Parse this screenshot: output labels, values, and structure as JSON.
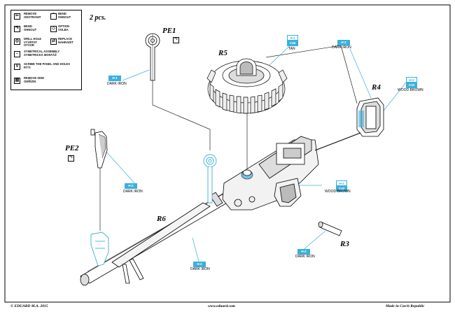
{
  "legend": {
    "rows": [
      {
        "left": "REMOVE\nODSTRANIT",
        "right": "BEND\nOHNOUT",
        "left_icon": "scissors-icon",
        "right_icon": "bend-icon"
      },
      {
        "left": "BEND\nOHNOUT",
        "right": "OPTION\nVOLBA",
        "left_icon": "bend-arrow-icon",
        "right_icon": "option-icon"
      },
      {
        "left": "DRILL HOLE\nVYVRTAT OTVOR",
        "right": "REPLACE\nNAHRADIT",
        "left_icon": "drill-icon",
        "right_icon": "replace-icon"
      },
      {
        "left": "SYMETRICAL ASSEMBLY\nSYMETRICKÁ MONTÁŽ",
        "right": "",
        "left_icon": "symmetry-icon",
        "right_icon": ""
      },
      {
        "left": "SCRIBE THE PANEL AND HOLES\nRÝTI",
        "right": "",
        "left_icon": "scribe-icon",
        "right_icon": ""
      },
      {
        "left": "REMOVE SIDE\nODŘÍZNI",
        "right": "",
        "left_icon": "remove-side-icon",
        "right_icon": ""
      }
    ]
  },
  "quantity": "2 pcs.",
  "parts": {
    "pe1": "PE1",
    "pe2": "PE2",
    "r3": "R3",
    "r4": "R4",
    "r5": "R5",
    "r6": "R6"
  },
  "callouts": {
    "pe1_code": "H-1",
    "pe1_color": "DARK IRON",
    "r5_code1": "C46",
    "r5_code2": "H-1",
    "r5_color": "TAN",
    "top_code": "H-2",
    "top_color": "DARK IRON",
    "r4_code1": "H-2",
    "r4_code2": "C43",
    "r4_color": "WOOD BROWN",
    "pe2_code": "H-2",
    "pe2_color": "DARK IRON",
    "mid_code1": "H-2",
    "mid_code2": "C43",
    "mid_color": "WOOD BROWN",
    "r3_code": "H-2",
    "r3_color": "DARK IRON",
    "r6_code": "H-2",
    "r6_color": "DARK IRON"
  },
  "footer": {
    "copyright": "© EDUARD M.A. 2015",
    "url": "www.eduard.com",
    "made_in": "Made in Czech Republic"
  },
  "colors": {
    "accent": "#3ab0dc"
  }
}
